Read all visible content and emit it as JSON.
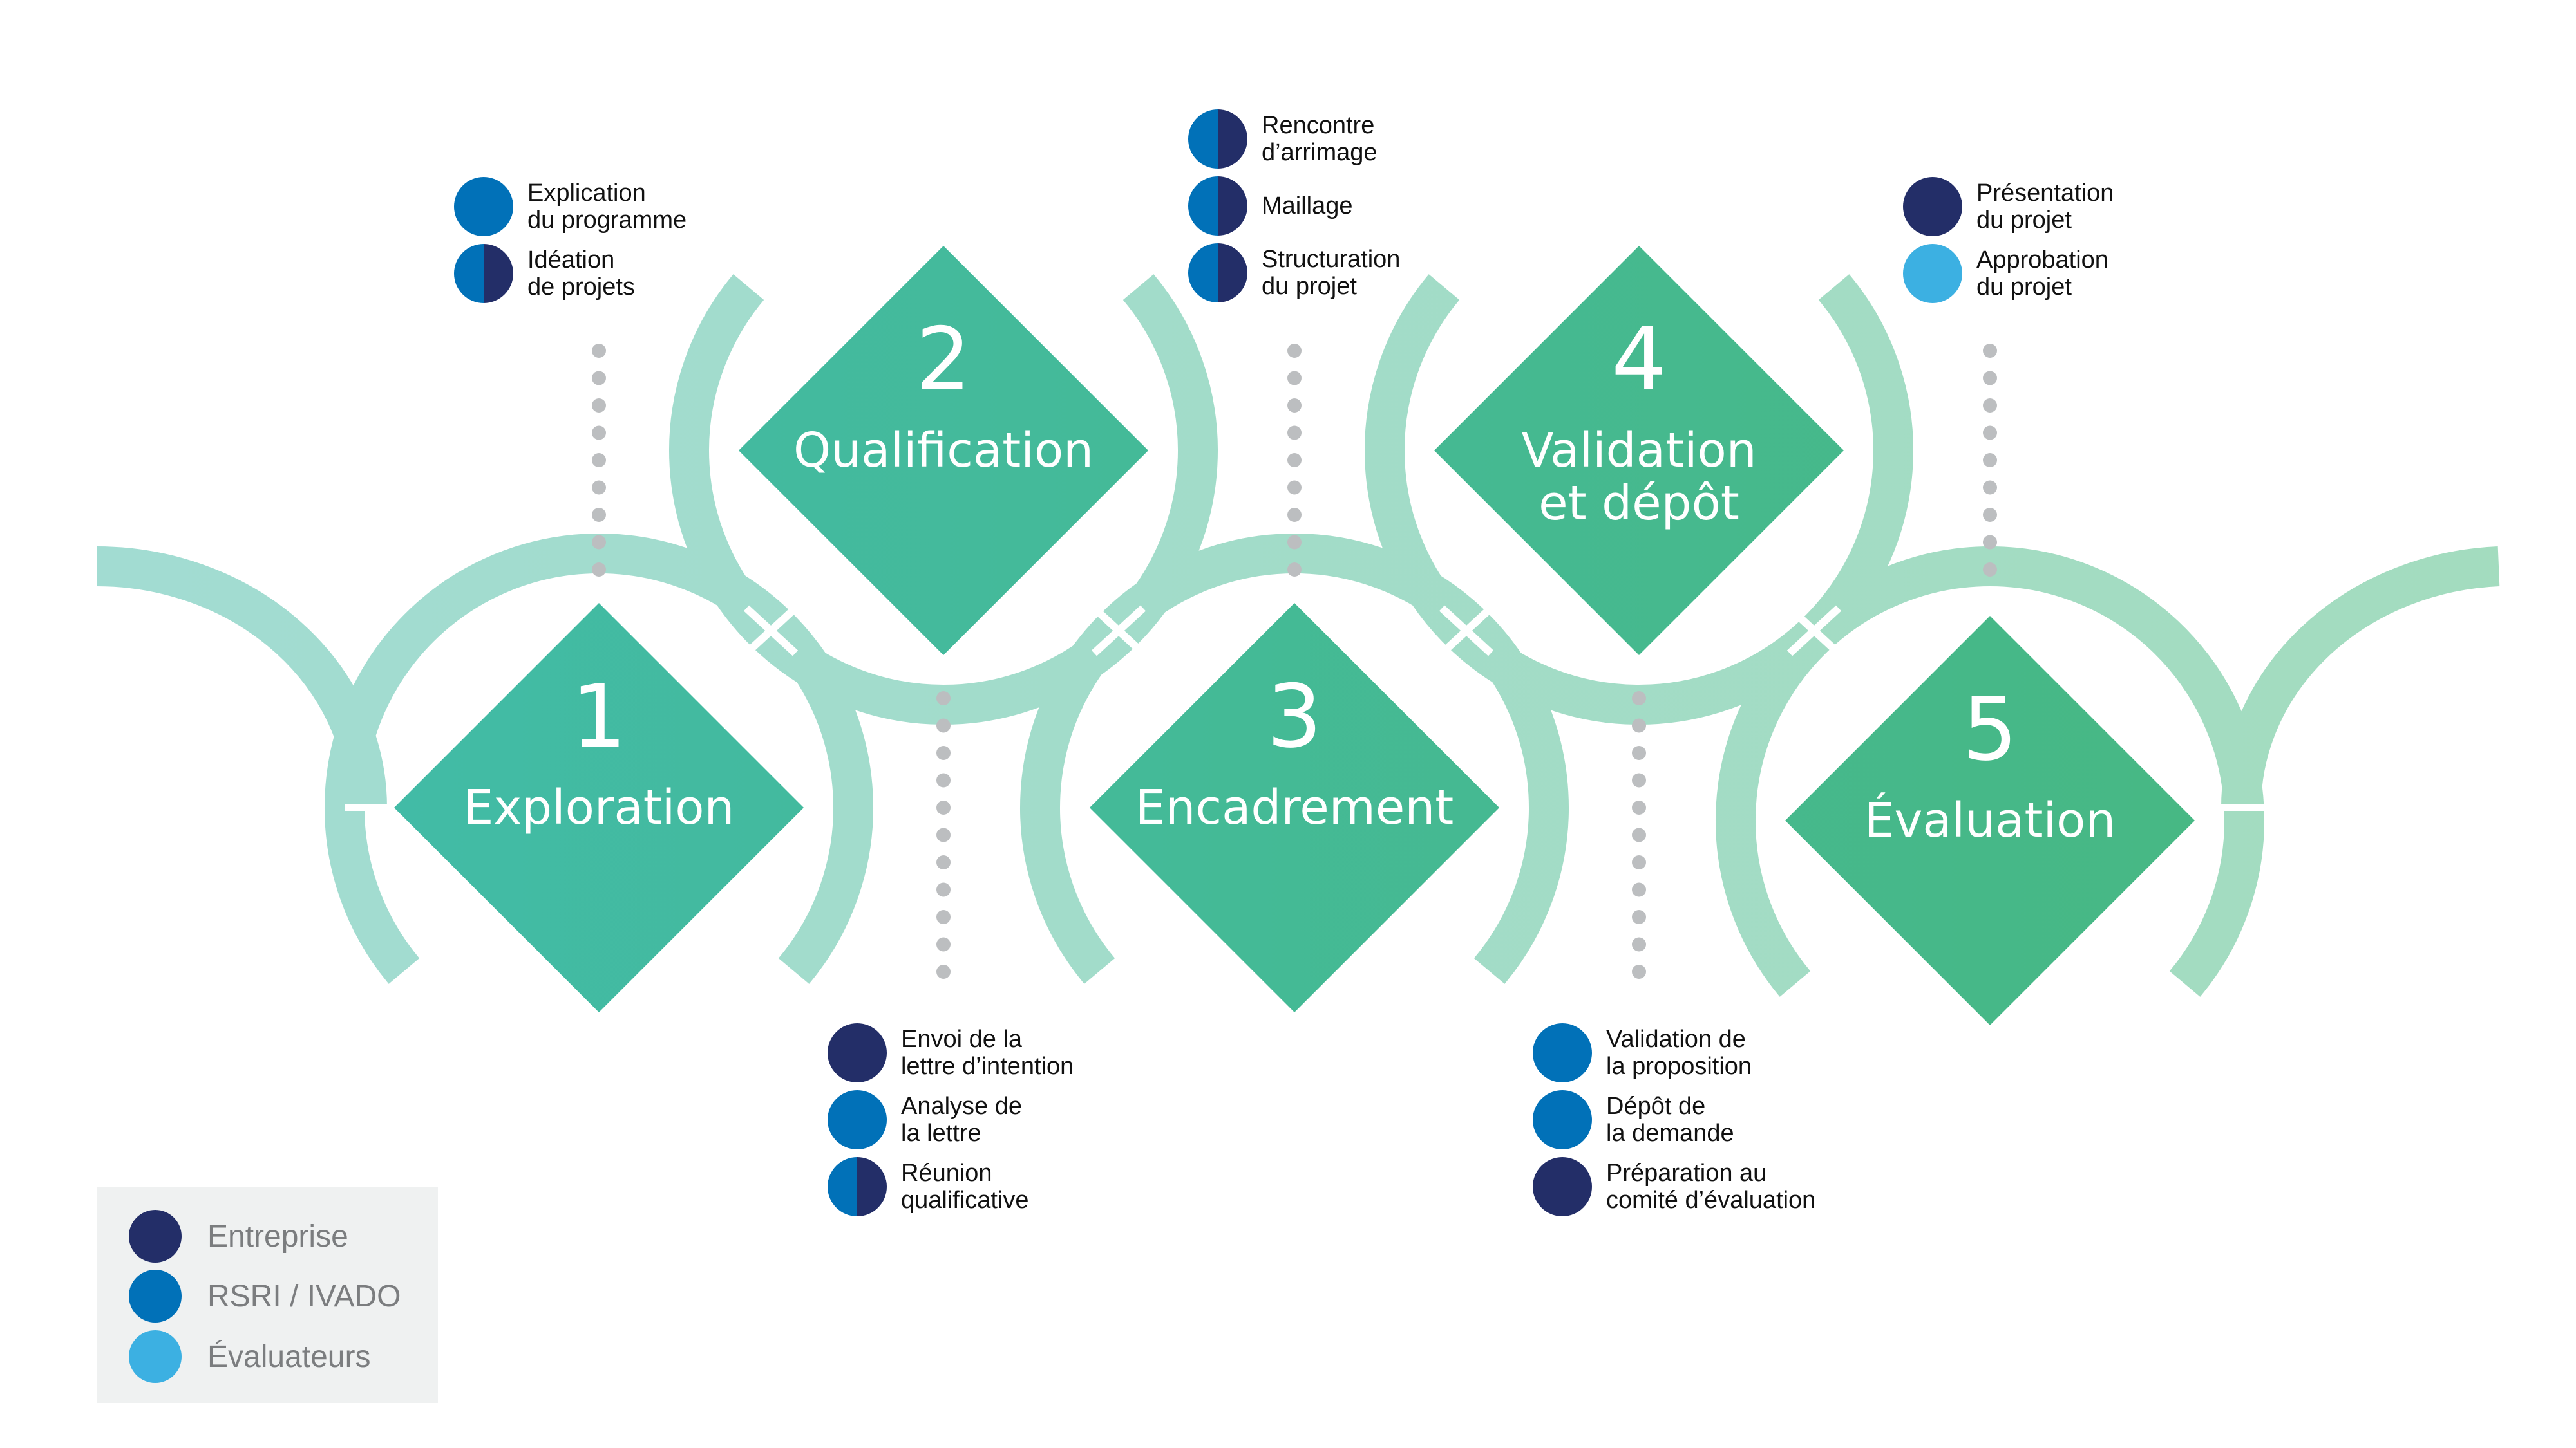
{
  "colors": {
    "entreprise": "#232e68",
    "rsri_ivado": "#0171b8",
    "evaluateurs": "#3cb0e2",
    "path_left": "#a2dcd3",
    "path_right": "#a3dcbe",
    "diamond_teal": "#42bba6",
    "diamond_green": "#47b884",
    "dots_gray": "#bcbec0"
  },
  "stages": [
    {
      "number": "1",
      "label": "Exploration",
      "label_lines": [
        "Exploration"
      ]
    },
    {
      "number": "2",
      "label": "Qualification",
      "label_lines": [
        "Qualification"
      ]
    },
    {
      "number": "3",
      "label": "Encadrement",
      "label_lines": [
        "Encadrement"
      ]
    },
    {
      "number": "4",
      "label": "Validation et dépôt",
      "label_lines": [
        "Validation",
        "et dépôt"
      ]
    },
    {
      "number": "5",
      "label": "Évaluation",
      "label_lines": [
        "Évaluation"
      ]
    }
  ],
  "task_groups": [
    {
      "stage": "1",
      "tasks": [
        {
          "text": "Explication\ndu programme",
          "actors": [
            "rsri_ivado"
          ]
        },
        {
          "text": "Idéation\nde projets",
          "actors": [
            "rsri_ivado",
            "entreprise"
          ]
        }
      ]
    },
    {
      "stage": "2",
      "tasks": [
        {
          "text": "Envoi de la\nlettre d’intention",
          "actors": [
            "entreprise"
          ]
        },
        {
          "text": "Analyse de\nla lettre",
          "actors": [
            "rsri_ivado"
          ]
        },
        {
          "text": "Réunion\nqualificative",
          "actors": [
            "rsri_ivado",
            "entreprise"
          ]
        }
      ]
    },
    {
      "stage": "3",
      "tasks": [
        {
          "text": "Rencontre\nd’arrimage",
          "actors": [
            "rsri_ivado",
            "entreprise"
          ]
        },
        {
          "text": "Maillage",
          "actors": [
            "rsri_ivado",
            "entreprise"
          ]
        },
        {
          "text": "Structuration\ndu projet",
          "actors": [
            "rsri_ivado",
            "entreprise"
          ]
        }
      ]
    },
    {
      "stage": "4",
      "tasks": [
        {
          "text": "Validation de\nla proposition",
          "actors": [
            "rsri_ivado"
          ]
        },
        {
          "text": "Dépôt de\nla demande",
          "actors": [
            "rsri_ivado"
          ]
        },
        {
          "text": "Préparation au\ncomité d’évaluation",
          "actors": [
            "entreprise"
          ]
        }
      ]
    },
    {
      "stage": "5",
      "tasks": [
        {
          "text": "Présentation\ndu projet",
          "actors": [
            "entreprise"
          ]
        },
        {
          "text": "Approbation\ndu projet",
          "actors": [
            "evaluateurs"
          ]
        }
      ]
    }
  ],
  "legend": {
    "items": [
      {
        "label": "Entreprise",
        "actor": "entreprise"
      },
      {
        "label": "RSRI / IVADO",
        "actor": "rsri_ivado"
      },
      {
        "label": "Évaluateurs",
        "actor": "evaluateurs"
      }
    ]
  }
}
